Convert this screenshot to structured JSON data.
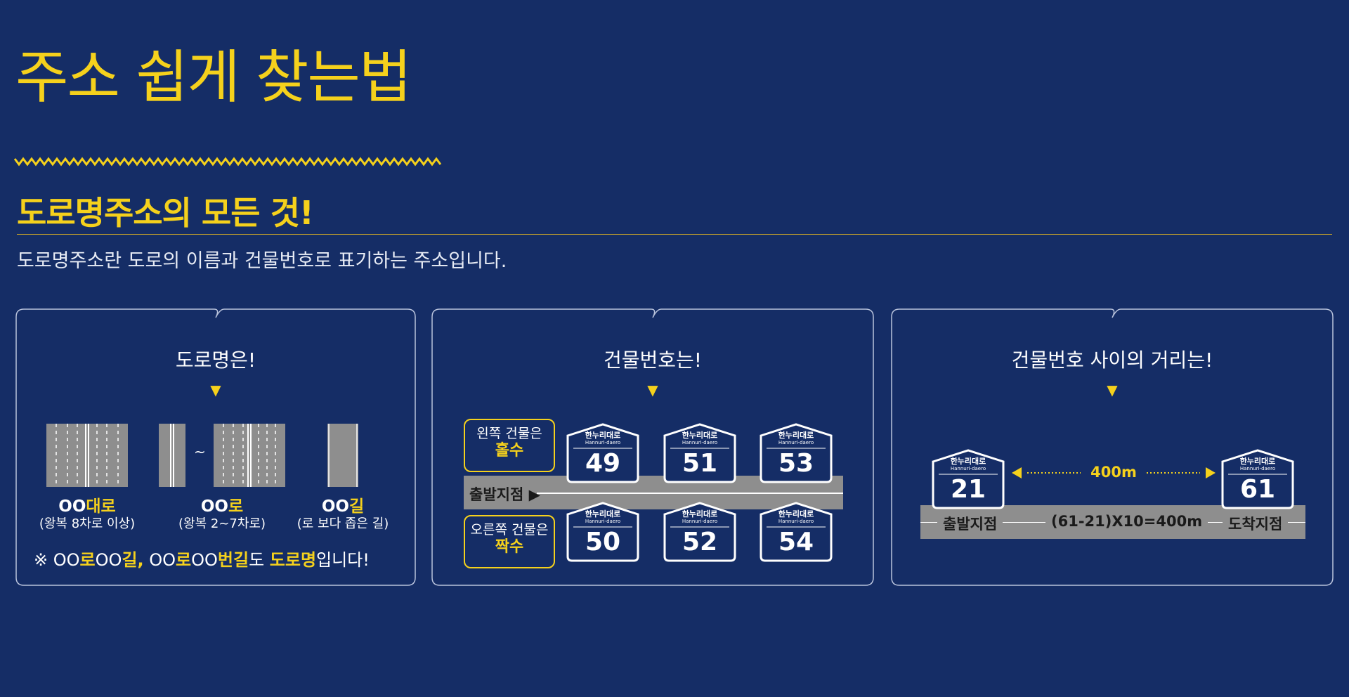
{
  "header": {
    "title": "주소 쉽게 찾는법",
    "section_title": "도로명주소의 모든 것!",
    "description": "도로명주소란 도로의 이름과 건물번호로 표기하는 주소입니다."
  },
  "colors": {
    "background": "#152d66",
    "accent": "#f5d11c",
    "road": "#8e8e8e"
  },
  "panel1": {
    "title": "도로명은!",
    "roads": [
      {
        "prefix": "OO",
        "suffix": "대로",
        "desc": "(왕복 8차로 이상)"
      },
      {
        "prefix": "OO",
        "suffix": "로",
        "desc": "(왕복 2~7차로)"
      },
      {
        "prefix": "OO",
        "suffix": "길",
        "desc": "(로 보다 좁은 길)"
      }
    ],
    "tilde": "~",
    "note": {
      "p1": "※ OO",
      "p2": "로",
      "p3": "OO",
      "p4": "길,",
      "p5": " OO",
      "p6": "로",
      "p7": "OO",
      "p8": "번길",
      "p9": "도 ",
      "p10": "도로명",
      "p11": "입니다!"
    }
  },
  "panel2": {
    "title": "건물번호는!",
    "left_tag": {
      "line1": "왼쪽 건물은",
      "line2": "홀수"
    },
    "right_tag": {
      "line1": "오른쪽 건물은",
      "line2": "짝수"
    },
    "road_label": "출발지점 ▶",
    "sign_name": "한누리대로",
    "sign_roman": "Hannuri-daero",
    "top_numbers": [
      "49",
      "51",
      "53"
    ],
    "bottom_numbers": [
      "50",
      "52",
      "54"
    ]
  },
  "panel3": {
    "title": "건물번호 사이의 거리는!",
    "sign_name": "한누리대로",
    "sign_roman": "Hannuri-daero",
    "start_number": "21",
    "end_number": "61",
    "distance": "400m",
    "start_label": "출발지점",
    "formula": "(61-21)X10=400m",
    "end_label": "도착지점"
  }
}
